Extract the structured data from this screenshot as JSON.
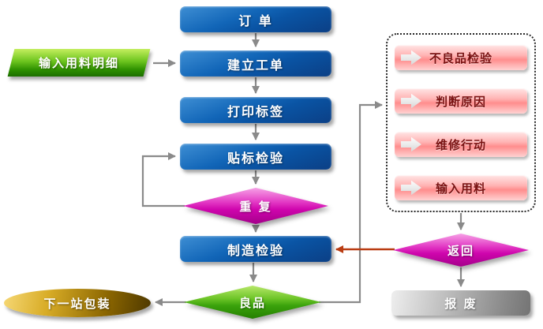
{
  "flow": {
    "order": {
      "label": "订  单"
    },
    "input_material_detail": {
      "label": "输入用料明细"
    },
    "create_work_order": {
      "label": "建立工单"
    },
    "print_label": {
      "label": "打印标签"
    },
    "label_inspection": {
      "label": "贴标检验"
    },
    "repeat": {
      "label": "重 复"
    },
    "manufacturing_inspection": {
      "label": "制造检验"
    },
    "good_product": {
      "label": "良品"
    },
    "next_station_packaging": {
      "label": "下一站包装"
    },
    "return": {
      "label": "返回"
    },
    "scrap": {
      "label": "报 废"
    }
  },
  "repair_panel": {
    "items": [
      {
        "label": "不良品检验"
      },
      {
        "label": "判断原因"
      },
      {
        "label": "维修行动"
      },
      {
        "label": "输入用料"
      }
    ]
  },
  "colors": {
    "process_blue": "#0d5cad",
    "decision_magenta": "#cf05ad",
    "decision_green": "#3ba30c",
    "input_green": "#2e9100",
    "terminator_gold": "#8a6500",
    "scrap_gray": "#8a8a8a",
    "repair_item_pink": "#ff9d9d",
    "repair_text_red": "#7a1212",
    "connector_gray": "#8a8a8a",
    "return_arrow_red": "#b93c12"
  }
}
